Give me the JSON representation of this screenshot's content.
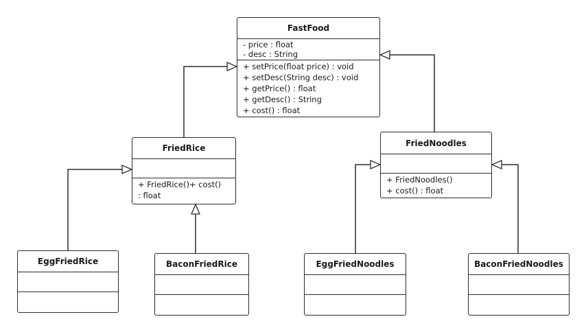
{
  "classes": {
    "fastfood": {
      "name": "FastFood",
      "attributes": [
        "- price : float",
        "- desc : String"
      ],
      "operations": [
        "+ setPrice(float price) : void",
        "+ setDesc(String desc) : void",
        "+ getPrice() : float",
        "+ getDesc() : String",
        "+ cost() : float"
      ]
    },
    "friedrice": {
      "name": "FriedRice",
      "operations": [
        "+ FriedRice()+ cost()",
        ": float"
      ]
    },
    "friednoodles": {
      "name": "FriedNoodles",
      "operations": [
        "+ FriedNoodles()",
        "+ cost() : float"
      ]
    },
    "eggfriedrice": {
      "name": "EggFriedRice"
    },
    "baconfriedrice": {
      "name": "BaconFriedRice"
    },
    "eggfriednoodles": {
      "name": "EggFriedNoodles"
    },
    "baconfriednoodles": {
      "name": "BaconFriedNoodles"
    }
  },
  "relations": [
    {
      "from": "FriedRice",
      "to": "FastFood",
      "type": "generalization"
    },
    {
      "from": "FriedNoodles",
      "to": "FastFood",
      "type": "generalization"
    },
    {
      "from": "EggFriedRice",
      "to": "FriedRice",
      "type": "generalization"
    },
    {
      "from": "BaconFriedRice",
      "to": "FriedRice",
      "type": "generalization"
    },
    {
      "from": "EggFriedNoodles",
      "to": "FriedNoodles",
      "type": "generalization"
    },
    {
      "from": "BaconFriedNoodles",
      "to": "FriedNoodles",
      "type": "generalization"
    }
  ],
  "colors": {
    "line": "#2b2b2b",
    "background": "#ffffff"
  }
}
